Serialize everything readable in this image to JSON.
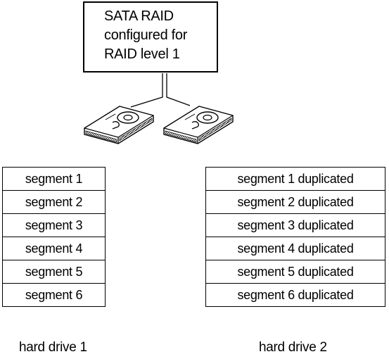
{
  "raid_box": {
    "lines": [
      "SATA RAID",
      "configured for",
      "RAID level 1"
    ]
  },
  "drive_1": {
    "segments": [
      "segment 1",
      "segment 2",
      "segment 3",
      "segment 4",
      "segment 5",
      "segment 6"
    ],
    "label": "hard drive 1"
  },
  "drive_2": {
    "segments": [
      "segment 1 duplicated",
      "segment 2 duplicated",
      "segment 3 duplicated",
      "segment 4 duplicated",
      "segment 5 duplicated",
      "segment 6 duplicated"
    ],
    "label": "hard drive 2"
  }
}
